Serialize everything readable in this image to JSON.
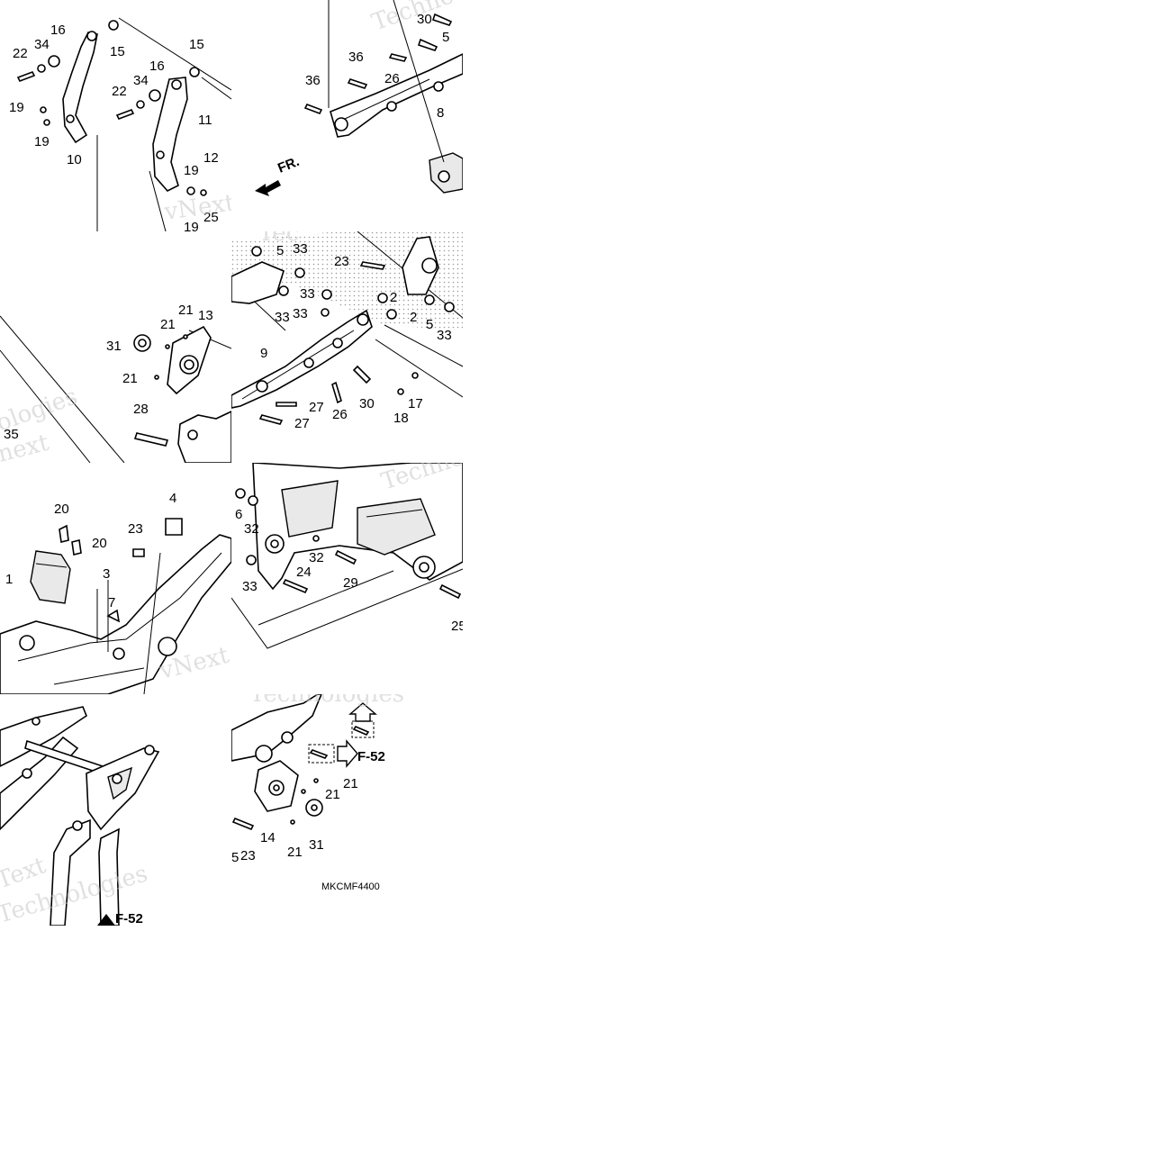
{
  "diagram_code": "MKCMF4400",
  "direction_label": "FR.",
  "watermarks": [
    "Techno",
    "vNext",
    "Tec",
    "ologies",
    "next",
    "Technologies",
    "vNext Tec",
    "Techno",
    "Text",
    "Technologies"
  ],
  "ref_labels": [
    "F-52",
    "F-52"
  ],
  "callouts": {
    "t1": [
      "22",
      "34",
      "16",
      "15",
      "15",
      "34",
      "16",
      "22",
      "19",
      "19",
      "10",
      "11",
      "19",
      "12",
      "25",
      "19"
    ],
    "t2": [
      "36",
      "36",
      "26",
      "30",
      "5",
      "8"
    ],
    "t3": [
      "31",
      "21",
      "21",
      "13",
      "21",
      "28",
      "35"
    ],
    "t4": [
      "5",
      "33",
      "23",
      "33",
      "2",
      "2",
      "33",
      "33",
      "5",
      "33",
      "9",
      "27",
      "27",
      "26",
      "30",
      "17",
      "18"
    ],
    "t5": [
      "20",
      "20",
      "4",
      "23",
      "1",
      "3",
      "7"
    ],
    "t6": [
      "6",
      "32",
      "32",
      "24",
      "33",
      "29",
      "25"
    ],
    "t8": [
      "21",
      "21",
      "31",
      "14",
      "23",
      "21",
      "5"
    ]
  }
}
